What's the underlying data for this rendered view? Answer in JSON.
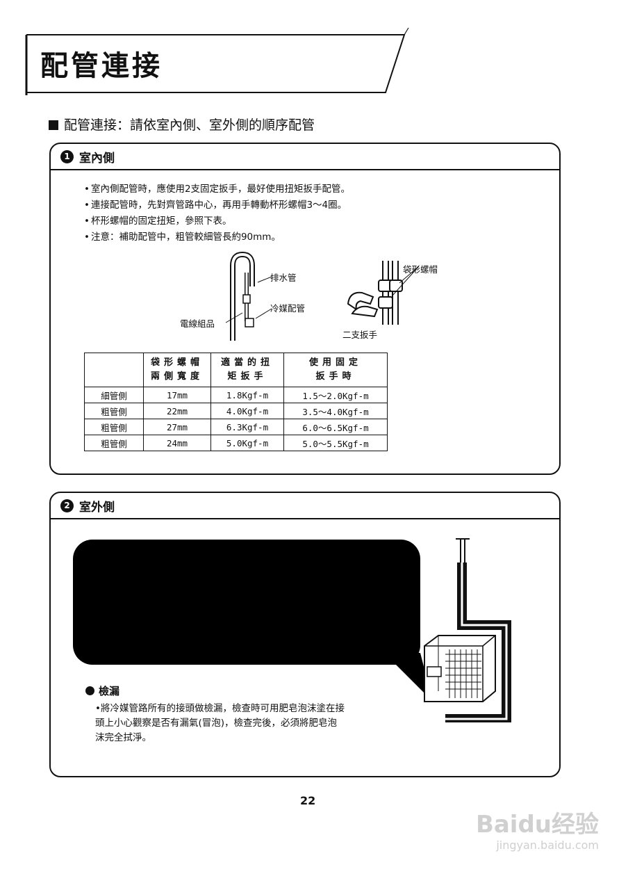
{
  "header": {
    "title": "配管連接",
    "subtitle": "配管連接：請依室內側、室外側的順序配管"
  },
  "indoor": {
    "number": "1",
    "heading": "室內側",
    "bullets": [
      "室內側配管時，應使用2支固定扳手，最好使用扭矩扳手配管。",
      "連接配管時，先對齊管路中心，再用手轉動杯形螺帽3～4圈。",
      "杯形螺帽的固定扭矩，參照下表。",
      "注意：補助配管中，粗管較細管長約90mm。"
    ],
    "diagram_labels": {
      "drain_pipe": "排水管",
      "refrigerant_pipe": "冷媒配管",
      "wire_assembly": "電線組品",
      "flare_nut": "袋形螺帽",
      "two_wrenches": "二支扳手"
    },
    "table": {
      "headers": [
        "",
        "袋形螺帽\n兩側寬度",
        "適當的扭\n矩扳手",
        "使用固定\n扳手時"
      ],
      "rows": [
        [
          "細管側",
          "17mm",
          "1.8Kgf-m",
          "1.5～2.0Kgf-m"
        ],
        [
          "粗管側",
          "22mm",
          "4.0Kgf-m",
          "3.5～4.0Kgf-m"
        ],
        [
          "粗管側",
          "27mm",
          "6.3Kgf-m",
          "6.0～6.5Kgf-m"
        ],
        [
          "粗管側",
          "24mm",
          "5.0Kgf-m",
          "5.0～5.5Kgf-m"
        ]
      ]
    }
  },
  "outdoor": {
    "number": "2",
    "heading": "室外側",
    "leak_heading": "檢漏",
    "leak_text": "將冷媒管路所有的接頭做檢漏，檢查時可用肥皂泡沫塗在接頭上小心觀察是否有漏氣(冒泡)，檢查完後，必須將肥皂泡沫完全拭淨。"
  },
  "page_number": "22",
  "watermark": {
    "logo": "Baidu经验",
    "url": "jingyan.baidu.com"
  }
}
